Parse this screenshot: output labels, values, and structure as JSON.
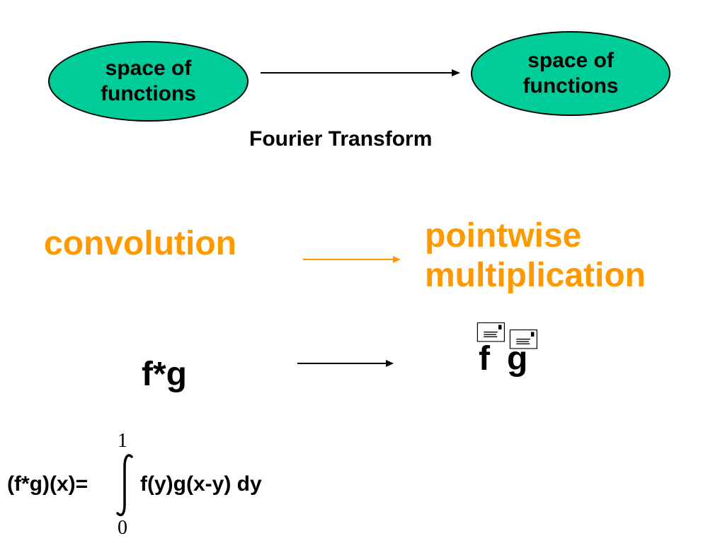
{
  "top": {
    "left_ellipse": "space of functions",
    "right_ellipse": "space of functions",
    "transform_label": "Fourier Transform"
  },
  "middle": {
    "left": "convolution",
    "right_line1": "pointwise",
    "right_line2": "multiplication"
  },
  "bottom": {
    "left": "f*g",
    "right_f": "f",
    "right_g": "g",
    "hat_icon": "mailbox-icon",
    "hat_glyph": "🖃"
  },
  "formula": {
    "lhs": "(f*g)(x)=",
    "upper_limit": "1",
    "lower_limit": "0",
    "integrand": "f(y)g(x-y) dy"
  },
  "colors": {
    "ellipse_fill": "#00cc99",
    "accent_orange": "#ff9900"
  }
}
